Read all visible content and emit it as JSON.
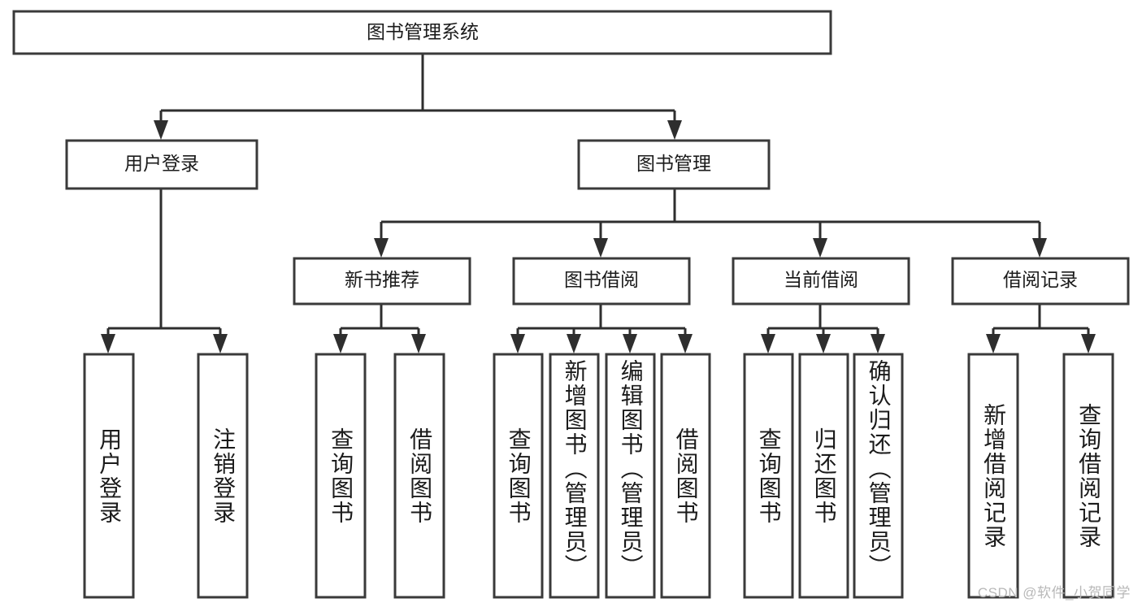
{
  "diagram": {
    "type": "tree-hierarchy-chart",
    "title": "图书管理系统",
    "orientation": "top-down",
    "watermark": "CSDN @软件_小贺同学",
    "nodes": {
      "root": {
        "label": "图书管理系统"
      },
      "level2": [
        {
          "id": "user-login",
          "label": "用户登录"
        },
        {
          "id": "book-management",
          "label": "图书管理"
        }
      ],
      "level3": [
        {
          "id": "new-book-recommend",
          "label": "新书推荐"
        },
        {
          "id": "book-borrow",
          "label": "图书借阅"
        },
        {
          "id": "current-borrow",
          "label": "当前借阅"
        },
        {
          "id": "borrow-record",
          "label": "借阅记录"
        }
      ],
      "leaves": {
        "user-login": [
          {
            "id": "leaf-user-login",
            "label": "用户登录"
          },
          {
            "id": "leaf-logout",
            "label": "注销登录"
          }
        ],
        "new-book-recommend": [
          {
            "id": "leaf-query-book-1",
            "label": "查询图书"
          },
          {
            "id": "leaf-borrow-book-1",
            "label": "借阅图书"
          }
        ],
        "book-borrow": [
          {
            "id": "leaf-query-book-2",
            "label": "查询图书"
          },
          {
            "id": "leaf-add-book",
            "label": "新增图书（管理员）"
          },
          {
            "id": "leaf-edit-book",
            "label": "编辑图书（管理员）"
          },
          {
            "id": "leaf-borrow-book-2",
            "label": "借阅图书"
          }
        ],
        "current-borrow": [
          {
            "id": "leaf-query-book-3",
            "label": "查询图书"
          },
          {
            "id": "leaf-return-book",
            "label": "归还图书"
          },
          {
            "id": "leaf-confirm-return",
            "label": "确认归还（管理员）"
          }
        ],
        "borrow-record": [
          {
            "id": "leaf-add-record",
            "label": "新增借阅记录"
          },
          {
            "id": "leaf-query-record",
            "label": "查询借阅记录"
          }
        ]
      }
    },
    "colors": {
      "box_fill": "#ffffff",
      "box_stroke": "#3a3a3a",
      "edge": "#2e2e2e",
      "text": "#1b1b1b",
      "background": "#ffffff",
      "watermark": "#b8b8b8"
    }
  }
}
